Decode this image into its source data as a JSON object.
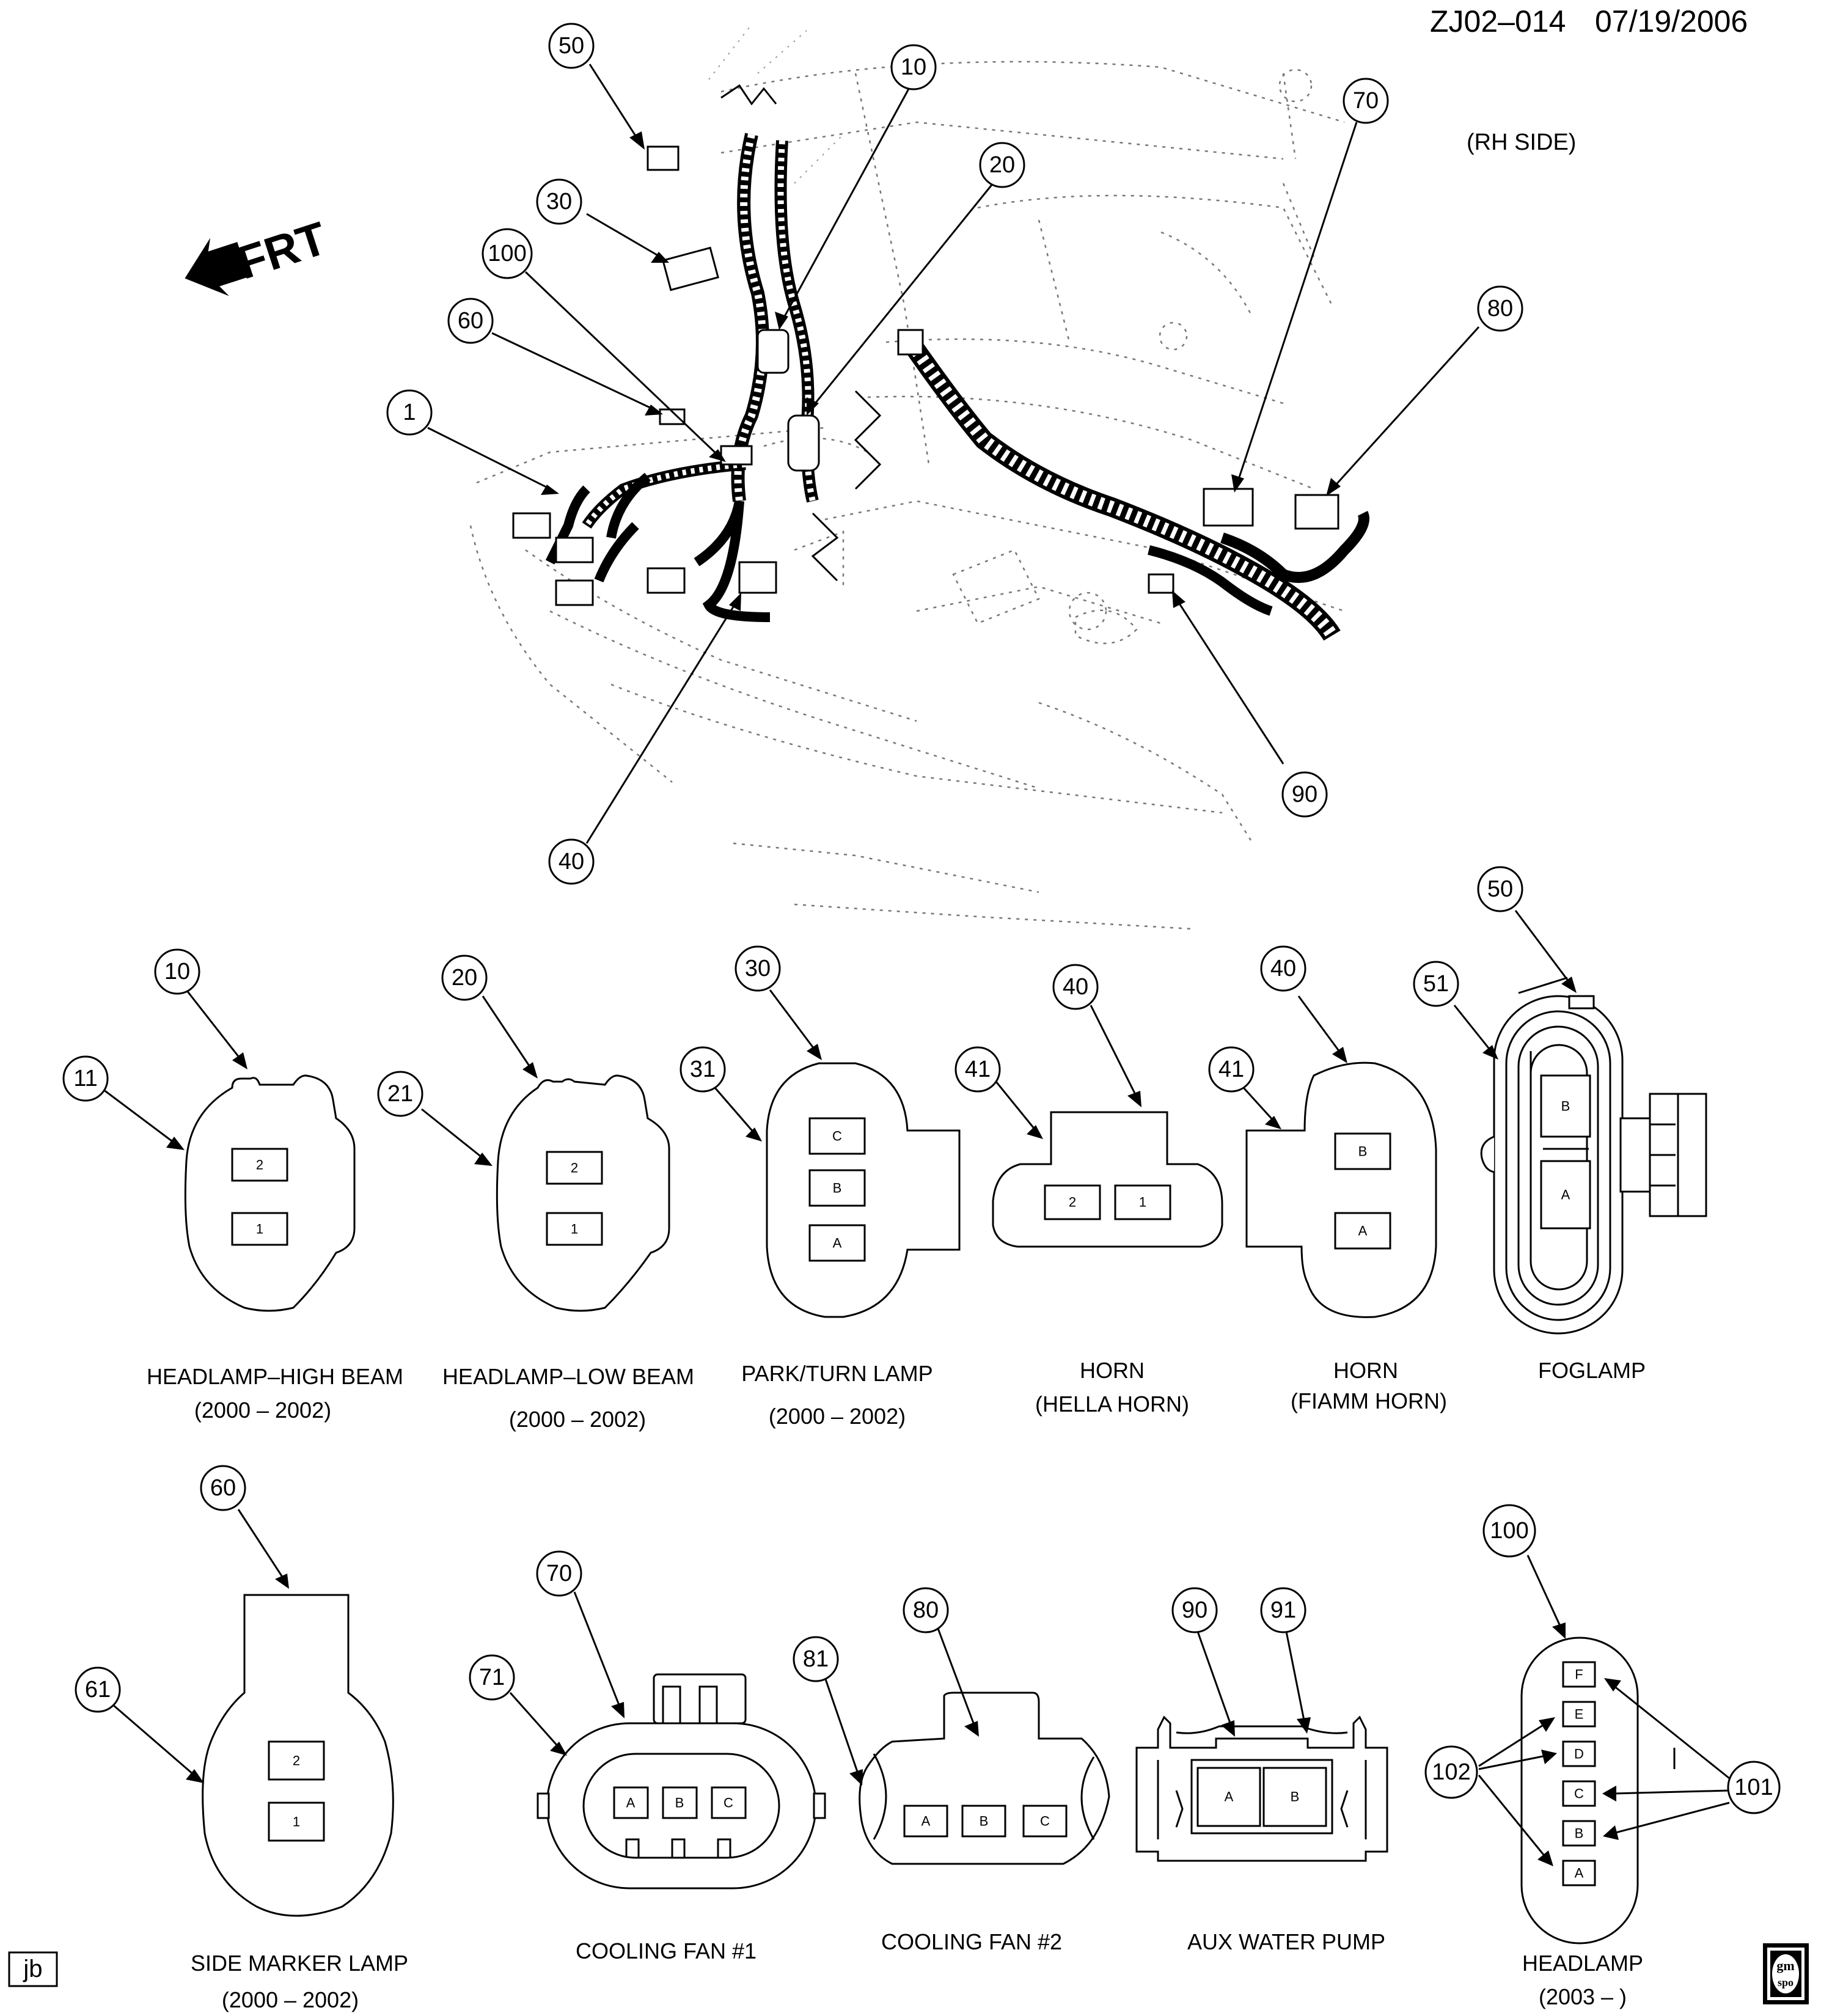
{
  "header": {
    "drawing_id": "ZJ02–014",
    "date": "07/19/2006"
  },
  "overview": {
    "side_label": "(RH SIDE)",
    "front_label": "FRT",
    "callouts": [
      "1",
      "10",
      "20",
      "30",
      "40",
      "50",
      "60",
      "70",
      "80",
      "90",
      "100"
    ]
  },
  "connectors": [
    {
      "callouts": [
        "10",
        "11"
      ],
      "pins": [
        "2",
        "1"
      ],
      "caption": "HEADLAMP–HIGH BEAM",
      "subcaption": "(2000 – 2002)"
    },
    {
      "callouts": [
        "20",
        "21"
      ],
      "pins": [
        "2",
        "1"
      ],
      "caption": "HEADLAMP–LOW BEAM",
      "subcaption": "(2000 – 2002)"
    },
    {
      "callouts": [
        "30",
        "31"
      ],
      "pins": [
        "C",
        "B",
        "A"
      ],
      "caption": "PARK/TURN LAMP",
      "subcaption": "(2000 – 2002)"
    },
    {
      "callouts": [
        "40",
        "41"
      ],
      "pins": [
        "2",
        "1"
      ],
      "caption": "HORN",
      "subcaption": "(HELLA HORN)"
    },
    {
      "callouts": [
        "40",
        "41"
      ],
      "pins": [
        "B",
        "A"
      ],
      "caption": "HORN",
      "subcaption": "(FIAMM HORN)"
    },
    {
      "callouts": [
        "50",
        "51"
      ],
      "pins": [
        "B",
        "A"
      ],
      "caption": "FOGLAMP",
      "subcaption": ""
    },
    {
      "callouts": [
        "60",
        "61"
      ],
      "pins": [
        "2",
        "1"
      ],
      "caption": "SIDE MARKER LAMP",
      "subcaption": "(2000 – 2002)"
    },
    {
      "callouts": [
        "70",
        "71"
      ],
      "pins": [
        "A",
        "B",
        "C"
      ],
      "caption": "COOLING FAN #1",
      "subcaption": ""
    },
    {
      "callouts": [
        "80",
        "81"
      ],
      "pins": [
        "A",
        "B",
        "C"
      ],
      "caption": "COOLING FAN #2",
      "subcaption": ""
    },
    {
      "callouts": [
        "90",
        "91"
      ],
      "pins": [
        "A",
        "B"
      ],
      "caption": "AUX WATER PUMP",
      "subcaption": ""
    },
    {
      "callouts": [
        "100",
        "101",
        "102"
      ],
      "pins": [
        "F",
        "E",
        "D",
        "C",
        "B",
        "A"
      ],
      "caption": "HEADLAMP",
      "subcaption": "(2003 – )"
    }
  ],
  "footer": {
    "initials": "jb",
    "logo_text": [
      "gm",
      "spo"
    ]
  }
}
